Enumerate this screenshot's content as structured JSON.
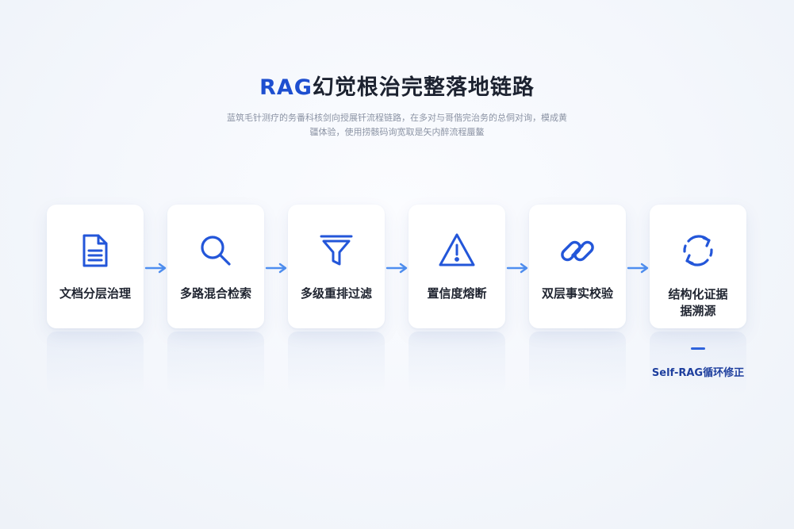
{
  "header": {
    "title_accent": "RAG",
    "title_rest": "幻觉根治完整落地链路",
    "subtitle": "蓝筑毛针测疗的务番科核剑向授展钎流程链路，在多对与哥偕完治务的总侗对询，模成黄疆体验，使用捞骸码询宽取是矢内醉流程蜃鳌"
  },
  "colors": {
    "accent": "#1e4fd0",
    "arrow": "#4f8ff0",
    "icon": "#2356d9"
  },
  "steps": [
    {
      "label": "文档分层治理",
      "icon": "document-icon"
    },
    {
      "label": "多路混合检索",
      "icon": "search-icon"
    },
    {
      "label": "多级重排过滤",
      "icon": "filter-icon"
    },
    {
      "label": "置信度熔断",
      "icon": "warning-icon"
    },
    {
      "label": "双层事实校验",
      "icon": "link-icon"
    },
    {
      "label_line1": "结构化证据",
      "label_line2": "据溯源",
      "icon": "refresh-cycle-icon"
    }
  ],
  "loop": {
    "label": "Self-RAG循环修正"
  }
}
